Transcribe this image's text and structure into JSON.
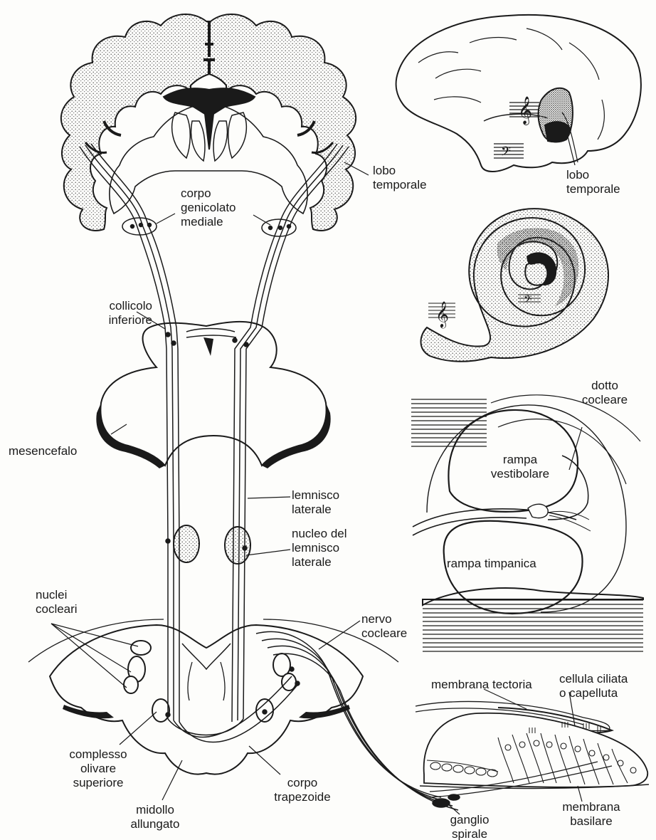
{
  "labels": {
    "lobo_temporale_left": [
      "lobo",
      "temporale"
    ],
    "lobo_temporale_right": [
      "lobo",
      "temporale"
    ],
    "corpo_genicolato": [
      "corpo",
      "genicolato",
      "mediale"
    ],
    "collicolo": [
      "collicolo",
      "inferiore"
    ],
    "mesencefalo": [
      "mesencefalo"
    ],
    "lemnisco": [
      "lemnisco",
      "laterale"
    ],
    "nucleo_lemnisco": [
      "nucleo del",
      "lemnisco",
      "laterale"
    ],
    "nuclei_cocleari": [
      "nuclei",
      "cocleari"
    ],
    "nervo_cocleare": [
      "nervo",
      "cocleare"
    ],
    "complesso_olivare": [
      "complesso",
      "olivare",
      "superiore"
    ],
    "midollo": [
      "midollo",
      "allungato"
    ],
    "corpo_trapezoide": [
      "corpo",
      "trapezoide"
    ],
    "dotto_cocleare": [
      "dotto",
      "cocleare"
    ],
    "rampa_vestibolare": [
      "rampa",
      "vestibolare"
    ],
    "rampa_timpanica": [
      "rampa timpanica"
    ],
    "membrana_tectoria": [
      "membrana tectoria"
    ],
    "cellula_ciliata": [
      "cellula ciliata",
      "o capelluta"
    ],
    "ganglio_spirale": [
      "ganglio",
      "spirale"
    ],
    "membrana_basilare": [
      "membrana",
      "basilare"
    ]
  },
  "symbols": {
    "treble_clef": "𝄞",
    "bass_clef": "𝄢"
  },
  "colors": {
    "ink": "#1a1a1a",
    "paper": "#fdfdfb",
    "stipple": "#555555"
  }
}
